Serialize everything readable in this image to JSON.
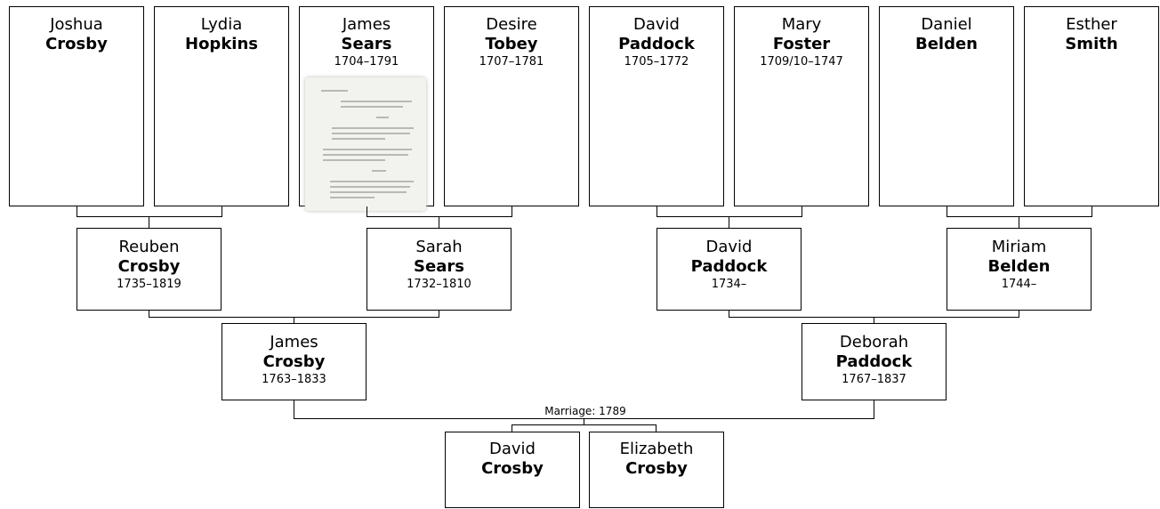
{
  "great_grandparents": [
    {
      "id": "joshua-crosby",
      "given": "Joshua",
      "surname": "Crosby",
      "dates": ""
    },
    {
      "id": "lydia-hopkins",
      "given": "Lydia",
      "surname": "Hopkins",
      "dates": ""
    },
    {
      "id": "james-sears",
      "given": "James",
      "surname": "Sears",
      "dates": "1704–1791"
    },
    {
      "id": "desire-tobey",
      "given": "Desire",
      "surname": "Tobey",
      "dates": "1707–1781"
    },
    {
      "id": "david-paddock-sr",
      "given": "David",
      "surname": "Paddock",
      "dates": "1705–1772"
    },
    {
      "id": "mary-foster",
      "given": "Mary",
      "surname": "Foster",
      "dates": "1709/10–1747"
    },
    {
      "id": "daniel-belden",
      "given": "Daniel",
      "surname": "Belden",
      "dates": ""
    },
    {
      "id": "esther-smith",
      "given": "Esther",
      "surname": "Smith",
      "dates": ""
    }
  ],
  "grandparents": [
    {
      "id": "reuben-crosby",
      "given": "Reuben",
      "surname": "Crosby",
      "dates": "1735–1819"
    },
    {
      "id": "sarah-sears",
      "given": "Sarah",
      "surname": "Sears",
      "dates": "1732–1810"
    },
    {
      "id": "david-paddock-jr",
      "given": "David",
      "surname": "Paddock",
      "dates": "1734–"
    },
    {
      "id": "miriam-belden",
      "given": "Miriam",
      "surname": "Belden",
      "dates": "1744–"
    }
  ],
  "parents": [
    {
      "id": "james-crosby",
      "given": "James",
      "surname": "Crosby",
      "dates": "1763–1833"
    },
    {
      "id": "deborah-paddock",
      "given": "Deborah",
      "surname": "Paddock",
      "dates": "1767–1837"
    }
  ],
  "marriage_label": "Marriage: 1789",
  "children": [
    {
      "id": "david-crosby",
      "given": "David",
      "surname": "Crosby"
    },
    {
      "id": "elizabeth-crosby",
      "given": "Elizabeth",
      "surname": "Crosby"
    }
  ],
  "document_thumbnail": {
    "icon": "document-scan-icon",
    "attached_to": "james-sears"
  }
}
